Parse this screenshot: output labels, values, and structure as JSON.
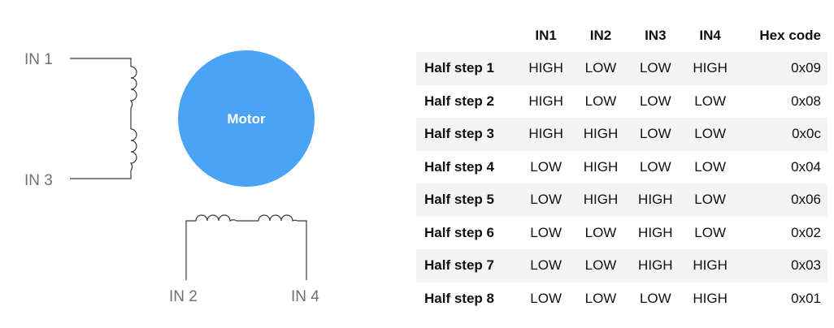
{
  "diagram": {
    "motor_label": "Motor",
    "motor_color": "#4aa3f5",
    "wire_labels": {
      "in1": "IN 1",
      "in2": "IN 2",
      "in3": "IN 3",
      "in4": "IN 4"
    }
  },
  "table": {
    "headers": [
      "",
      "IN1",
      "IN2",
      "IN3",
      "IN4",
      "Hex code"
    ],
    "rows": [
      {
        "step": "Half step 1",
        "in1": "HIGH",
        "in2": "LOW",
        "in3": "LOW",
        "in4": "HIGH",
        "hex": "0x09"
      },
      {
        "step": "Half step 2",
        "in1": "HIGH",
        "in2": "LOW",
        "in3": "LOW",
        "in4": "LOW",
        "hex": "0x08"
      },
      {
        "step": "Half step 3",
        "in1": "HIGH",
        "in2": "HIGH",
        "in3": "LOW",
        "in4": "LOW",
        "hex": "0x0c"
      },
      {
        "step": "Half step 4",
        "in1": "LOW",
        "in2": "HIGH",
        "in3": "LOW",
        "in4": "LOW",
        "hex": "0x04"
      },
      {
        "step": "Half step 5",
        "in1": "LOW",
        "in2": "HIGH",
        "in3": "HIGH",
        "in4": "LOW",
        "hex": "0x06"
      },
      {
        "step": "Half step 6",
        "in1": "LOW",
        "in2": "LOW",
        "in3": "HIGH",
        "in4": "LOW",
        "hex": "0x02"
      },
      {
        "step": "Half step 7",
        "in1": "LOW",
        "in2": "LOW",
        "in3": "HIGH",
        "in4": "HIGH",
        "hex": "0x03"
      },
      {
        "step": "Half step 8",
        "in1": "LOW",
        "in2": "LOW",
        "in3": "LOW",
        "in4": "HIGH",
        "hex": "0x01"
      }
    ]
  }
}
